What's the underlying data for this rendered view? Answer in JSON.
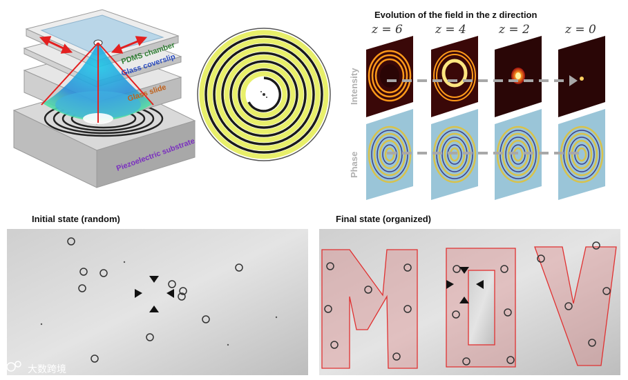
{
  "panel_a": {
    "labels": [
      "PDMS chamber",
      "Glass coverslip",
      "Glass slide",
      "Piezoelectric substrate"
    ],
    "colors": {
      "pdms": "#2e7d32",
      "coverslip": "#2a4bbf",
      "slide": "#c0601a",
      "piezo": "#7a2fbf",
      "arrow": "#e32020"
    }
  },
  "panel_c": {
    "title": "Evolution of the field in the z direction",
    "z_labels": [
      "z = 6",
      "z = 4",
      "z = 2",
      "z = 0"
    ],
    "row_labels": [
      "Intensity",
      "Phase"
    ]
  },
  "panel_d": {
    "initial_title": "Initial state (random)",
    "final_title": "Final state (organized)",
    "letters": [
      "M",
      "O",
      "V"
    ],
    "outline_color": "#e03030"
  },
  "watermark": "大数跨境"
}
